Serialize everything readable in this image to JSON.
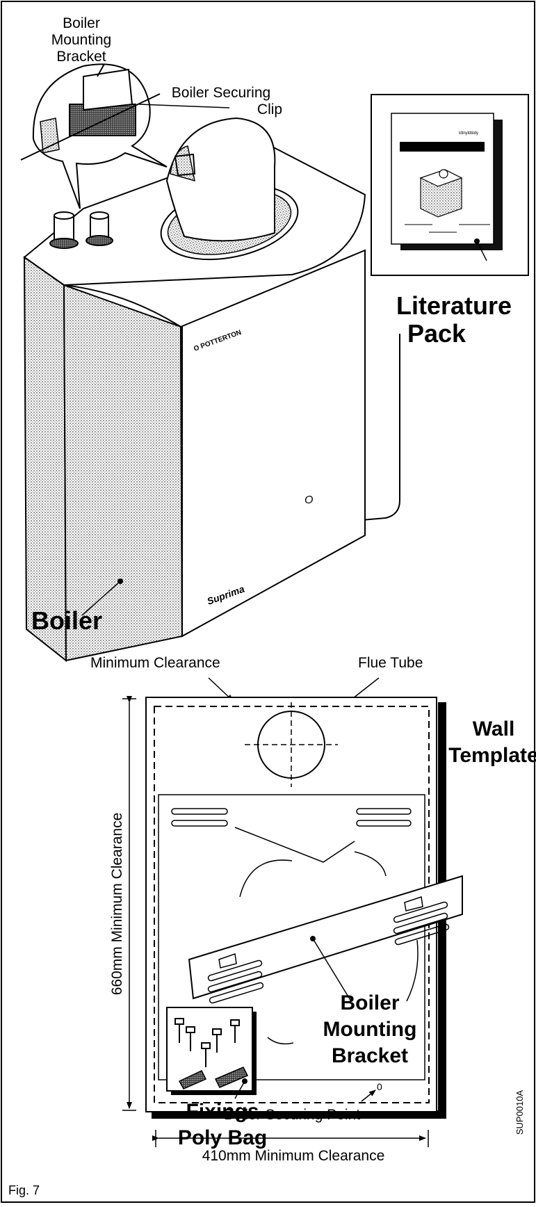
{
  "figure_label": "Fig. 7",
  "reference_code": "SUP0010A",
  "upper": {
    "bracket_label": [
      "Boiler",
      "Mounting",
      "Bracket"
    ],
    "clip_label": [
      "Boiler Securing",
      "Clip"
    ],
    "literature_pack": [
      "Literature",
      "Pack"
    ],
    "boiler_label": "Boiler",
    "panel_text": "O POTTERTON",
    "script_badge": "Suprima",
    "indicator": "O"
  },
  "lower": {
    "min_clearance": "Minimum Clearance",
    "flue_tube": "Flue Tube",
    "wall_template": [
      "Wall",
      "Template"
    ],
    "bracket_label": [
      "Boiler",
      "Mounting",
      "Bracket"
    ],
    "fixings": [
      "Fixings",
      "Poly Bag"
    ],
    "securing_point": "Boiler Securing Point",
    "securing_mark": "0",
    "height_dim": "660mm Minimum Clearance",
    "width_dim": "410mm Minimum Clearance"
  },
  "colors": {
    "line": "#000000",
    "paper": "#ffffff",
    "shade": "#9a9a9a"
  }
}
